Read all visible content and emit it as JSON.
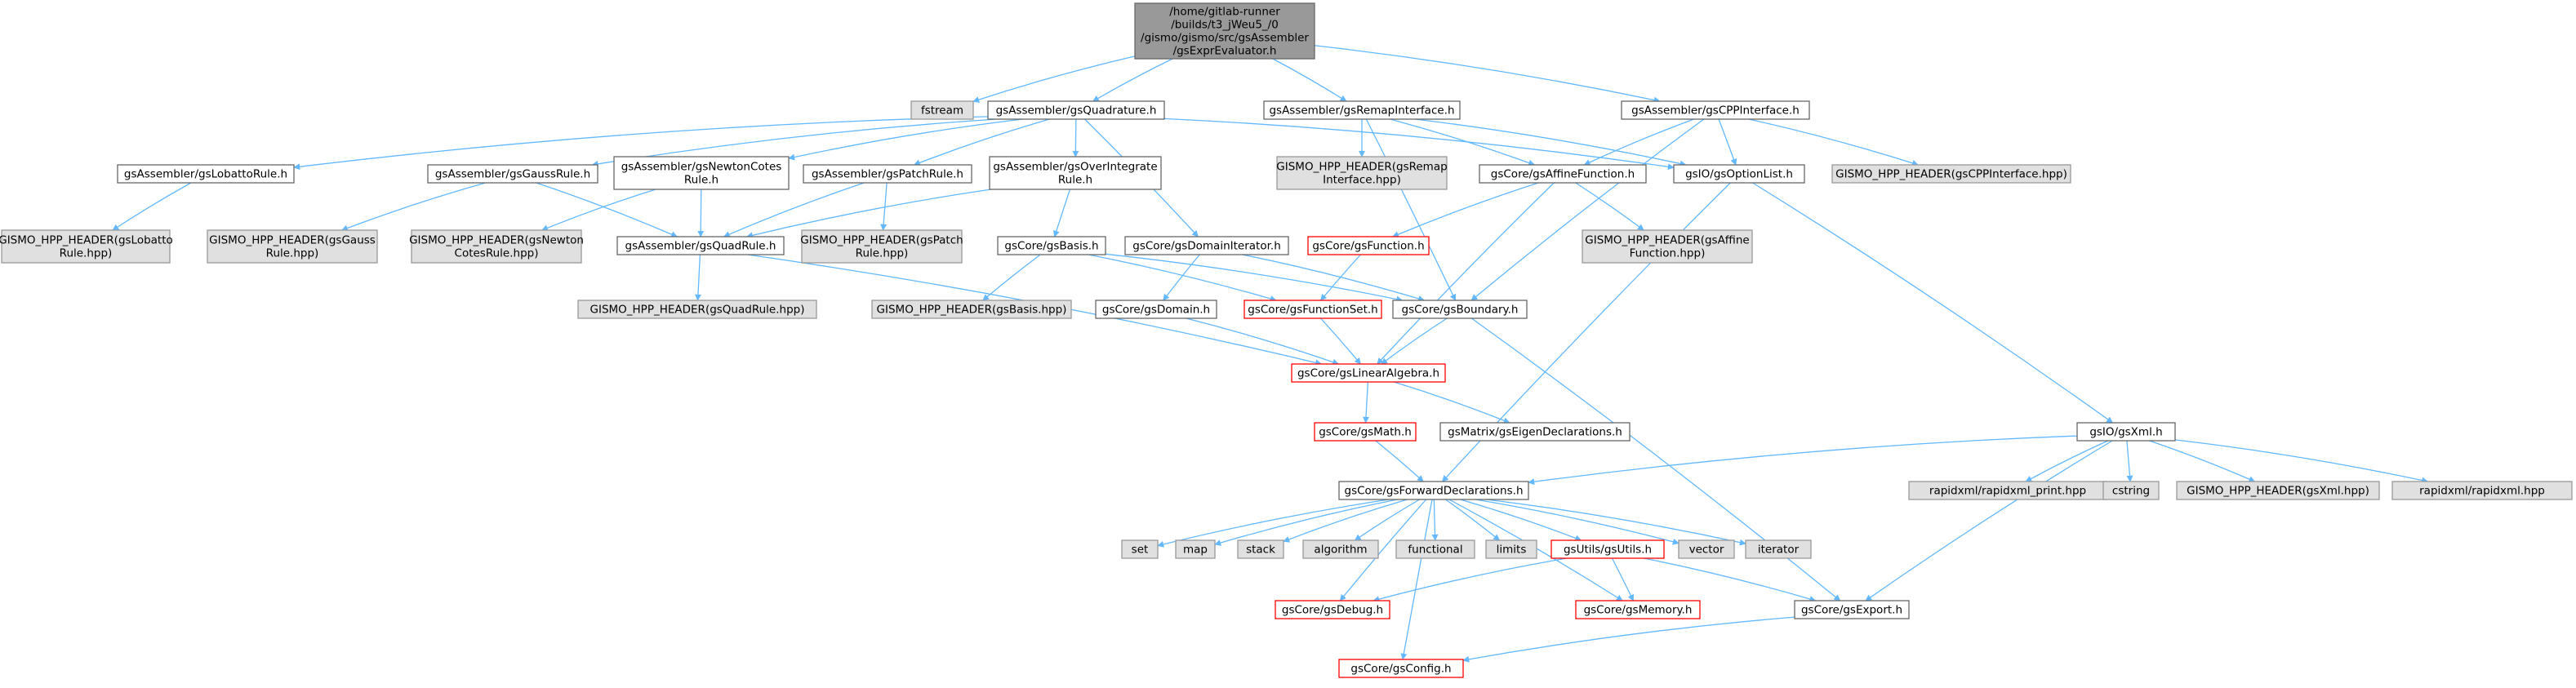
{
  "palette": {
    "edge": "#63b8ff",
    "root_fill": "#999999",
    "external_fill": "#e0e0e0",
    "truncated_border": "#ff0000",
    "border": "#666666"
  },
  "diagram": {
    "type": "include-dependency-graph",
    "nodes": [
      {
        "id": "root",
        "kind": "root",
        "lines": [
          "/home/gitlab-runner",
          "/builds/t3_jWeu5_/0",
          "/gismo/gismo/src/gsAssembler",
          "/gsExprEvaluator.h"
        ]
      },
      {
        "id": "fstream",
        "kind": "external",
        "lines": [
          "fstream"
        ]
      },
      {
        "id": "quadrature",
        "kind": "normal",
        "lines": [
          "gsAssembler/gsQuadrature.h"
        ]
      },
      {
        "id": "remap",
        "kind": "normal",
        "lines": [
          "gsAssembler/gsRemapInterface.h"
        ]
      },
      {
        "id": "cpp",
        "kind": "normal",
        "lines": [
          "gsAssembler/gsCPPInterface.h"
        ]
      },
      {
        "id": "lobatto",
        "kind": "normal",
        "lines": [
          "gsAssembler/gsLobattoRule.h"
        ]
      },
      {
        "id": "gauss",
        "kind": "normal",
        "lines": [
          "gsAssembler/gsGaussRule.h"
        ]
      },
      {
        "id": "newton",
        "kind": "normal",
        "lines": [
          "gsAssembler/gsNewtonCotes",
          "Rule.h"
        ]
      },
      {
        "id": "patch",
        "kind": "normal",
        "lines": [
          "gsAssembler/gsPatchRule.h"
        ]
      },
      {
        "id": "over",
        "kind": "normal",
        "lines": [
          "gsAssembler/gsOverIntegrate",
          "Rule.h"
        ]
      },
      {
        "id": "domit",
        "kind": "normal",
        "lines": [
          "gsCore/gsDomainIterator.h"
        ]
      },
      {
        "id": "remaphpp",
        "kind": "external",
        "lines": [
          "GISMO_HPP_HEADER(gsRemap",
          "Interface.hpp)"
        ]
      },
      {
        "id": "affine",
        "kind": "normal",
        "lines": [
          "gsCore/gsAffineFunction.h"
        ]
      },
      {
        "id": "option",
        "kind": "normal",
        "lines": [
          "gsIO/gsOptionList.h"
        ]
      },
      {
        "id": "cpphpp",
        "kind": "external",
        "lines": [
          "GISMO_HPP_HEADER(gsCPPInterface.hpp)"
        ]
      },
      {
        "id": "lobattohpp",
        "kind": "external",
        "lines": [
          "GISMO_HPP_HEADER(gsLobatto",
          "Rule.hpp)"
        ]
      },
      {
        "id": "gausshpp",
        "kind": "external",
        "lines": [
          "GISMO_HPP_HEADER(gsGauss",
          "Rule.hpp)"
        ]
      },
      {
        "id": "newtonhpp",
        "kind": "external",
        "lines": [
          "GISMO_HPP_HEADER(gsNewton",
          "CotesRule.hpp)"
        ]
      },
      {
        "id": "quadrule",
        "kind": "normal",
        "lines": [
          "gsAssembler/gsQuadRule.h"
        ]
      },
      {
        "id": "patchhpp",
        "kind": "external",
        "lines": [
          "GISMO_HPP_HEADER(gsPatch",
          "Rule.hpp)"
        ]
      },
      {
        "id": "basis",
        "kind": "normal",
        "lines": [
          "gsCore/gsBasis.h"
        ]
      },
      {
        "id": "function",
        "kind": "truncated",
        "lines": [
          "gsCore/gsFunction.h"
        ]
      },
      {
        "id": "affinehpp",
        "kind": "external",
        "lines": [
          "GISMO_HPP_HEADER(gsAffine",
          "Function.hpp)"
        ]
      },
      {
        "id": "quadrulehpp",
        "kind": "external",
        "lines": [
          "GISMO_HPP_HEADER(gsQuadRule.hpp)"
        ]
      },
      {
        "id": "basishpp",
        "kind": "external",
        "lines": [
          "GISMO_HPP_HEADER(gsBasis.hpp)"
        ]
      },
      {
        "id": "domain",
        "kind": "normal",
        "lines": [
          "gsCore/gsDomain.h"
        ]
      },
      {
        "id": "funcset",
        "kind": "truncated",
        "lines": [
          "gsCore/gsFunctionSet.h"
        ]
      },
      {
        "id": "boundary",
        "kind": "normal",
        "lines": [
          "gsCore/gsBoundary.h"
        ]
      },
      {
        "id": "linalg",
        "kind": "truncated",
        "lines": [
          "gsCore/gsLinearAlgebra.h"
        ]
      },
      {
        "id": "math",
        "kind": "truncated",
        "lines": [
          "gsCore/gsMath.h"
        ]
      },
      {
        "id": "eigen",
        "kind": "normal",
        "lines": [
          "gsMatrix/gsEigenDeclarations.h"
        ]
      },
      {
        "id": "xml",
        "kind": "normal",
        "lines": [
          "gsIO/gsXml.h"
        ]
      },
      {
        "id": "fwd",
        "kind": "normal",
        "lines": [
          "gsCore/gsForwardDeclarations.h"
        ]
      },
      {
        "id": "rxprint",
        "kind": "external",
        "lines": [
          "rapidxml/rapidxml_print.hpp"
        ]
      },
      {
        "id": "cstring",
        "kind": "external",
        "lines": [
          "cstring"
        ]
      },
      {
        "id": "xmlhpp",
        "kind": "external",
        "lines": [
          "GISMO_HPP_HEADER(gsXml.hpp)"
        ]
      },
      {
        "id": "rapidxml",
        "kind": "external",
        "lines": [
          "rapidxml/rapidxml.hpp"
        ]
      },
      {
        "id": "set",
        "kind": "external",
        "lines": [
          "set"
        ]
      },
      {
        "id": "map",
        "kind": "external",
        "lines": [
          "map"
        ]
      },
      {
        "id": "stack",
        "kind": "external",
        "lines": [
          "stack"
        ]
      },
      {
        "id": "algorithm",
        "kind": "external",
        "lines": [
          "algorithm"
        ]
      },
      {
        "id": "functional",
        "kind": "external",
        "lines": [
          "functional"
        ]
      },
      {
        "id": "limits",
        "kind": "external",
        "lines": [
          "limits"
        ]
      },
      {
        "id": "utils",
        "kind": "truncated",
        "lines": [
          "gsUtils/gsUtils.h"
        ]
      },
      {
        "id": "vector",
        "kind": "external",
        "lines": [
          "vector"
        ]
      },
      {
        "id": "iterator",
        "kind": "external",
        "lines": [
          "iterator"
        ]
      },
      {
        "id": "debug",
        "kind": "truncated",
        "lines": [
          "gsCore/gsDebug.h"
        ]
      },
      {
        "id": "memory",
        "kind": "truncated",
        "lines": [
          "gsCore/gsMemory.h"
        ]
      },
      {
        "id": "export",
        "kind": "normal",
        "lines": [
          "gsCore/gsExport.h"
        ]
      },
      {
        "id": "config",
        "kind": "truncated",
        "lines": [
          "gsCore/gsConfig.h"
        ]
      }
    ],
    "edges": [
      [
        "root",
        "fstream"
      ],
      [
        "root",
        "quadrature"
      ],
      [
        "root",
        "remap"
      ],
      [
        "root",
        "cpp"
      ],
      [
        "quadrature",
        "lobatto"
      ],
      [
        "quadrature",
        "gauss"
      ],
      [
        "quadrature",
        "newton"
      ],
      [
        "quadrature",
        "patch"
      ],
      [
        "quadrature",
        "over"
      ],
      [
        "quadrature",
        "domit"
      ],
      [
        "quadrature",
        "option"
      ],
      [
        "remap",
        "remaphpp"
      ],
      [
        "remap",
        "affine"
      ],
      [
        "remap",
        "option"
      ],
      [
        "remap",
        "boundary"
      ],
      [
        "cpp",
        "affine"
      ],
      [
        "cpp",
        "option"
      ],
      [
        "cpp",
        "cpphpp"
      ],
      [
        "cpp",
        "boundary"
      ],
      [
        "lobatto",
        "lobattohpp"
      ],
      [
        "gauss",
        "gausshpp"
      ],
      [
        "gauss",
        "quadrule"
      ],
      [
        "newton",
        "newtonhpp"
      ],
      [
        "newton",
        "quadrule"
      ],
      [
        "patch",
        "quadrule"
      ],
      [
        "patch",
        "patchhpp"
      ],
      [
        "over",
        "quadrule"
      ],
      [
        "over",
        "basis"
      ],
      [
        "domit",
        "domain"
      ],
      [
        "domit",
        "boundary"
      ],
      [
        "affine",
        "function"
      ],
      [
        "affine",
        "affinehpp"
      ],
      [
        "affine",
        "linalg"
      ],
      [
        "option",
        "xml"
      ],
      [
        "option",
        "fwd"
      ],
      [
        "quadrule",
        "quadrulehpp"
      ],
      [
        "quadrule",
        "linalg"
      ],
      [
        "basis",
        "basishpp"
      ],
      [
        "basis",
        "funcset"
      ],
      [
        "basis",
        "boundary"
      ],
      [
        "function",
        "funcset"
      ],
      [
        "domain",
        "linalg"
      ],
      [
        "funcset",
        "linalg"
      ],
      [
        "boundary",
        "linalg"
      ],
      [
        "boundary",
        "export"
      ],
      [
        "linalg",
        "math"
      ],
      [
        "linalg",
        "eigen"
      ],
      [
        "math",
        "fwd"
      ],
      [
        "xml",
        "fwd"
      ],
      [
        "xml",
        "rxprint"
      ],
      [
        "xml",
        "cstring"
      ],
      [
        "xml",
        "xmlhpp"
      ],
      [
        "xml",
        "rapidxml"
      ],
      [
        "xml",
        "export"
      ],
      [
        "fwd",
        "set"
      ],
      [
        "fwd",
        "map"
      ],
      [
        "fwd",
        "stack"
      ],
      [
        "fwd",
        "algorithm"
      ],
      [
        "fwd",
        "functional"
      ],
      [
        "fwd",
        "limits"
      ],
      [
        "fwd",
        "utils"
      ],
      [
        "fwd",
        "vector"
      ],
      [
        "fwd",
        "iterator"
      ],
      [
        "fwd",
        "debug"
      ],
      [
        "fwd",
        "memory"
      ],
      [
        "fwd",
        "config"
      ],
      [
        "utils",
        "debug"
      ],
      [
        "utils",
        "memory"
      ],
      [
        "utils",
        "export"
      ],
      [
        "export",
        "config"
      ]
    ]
  }
}
